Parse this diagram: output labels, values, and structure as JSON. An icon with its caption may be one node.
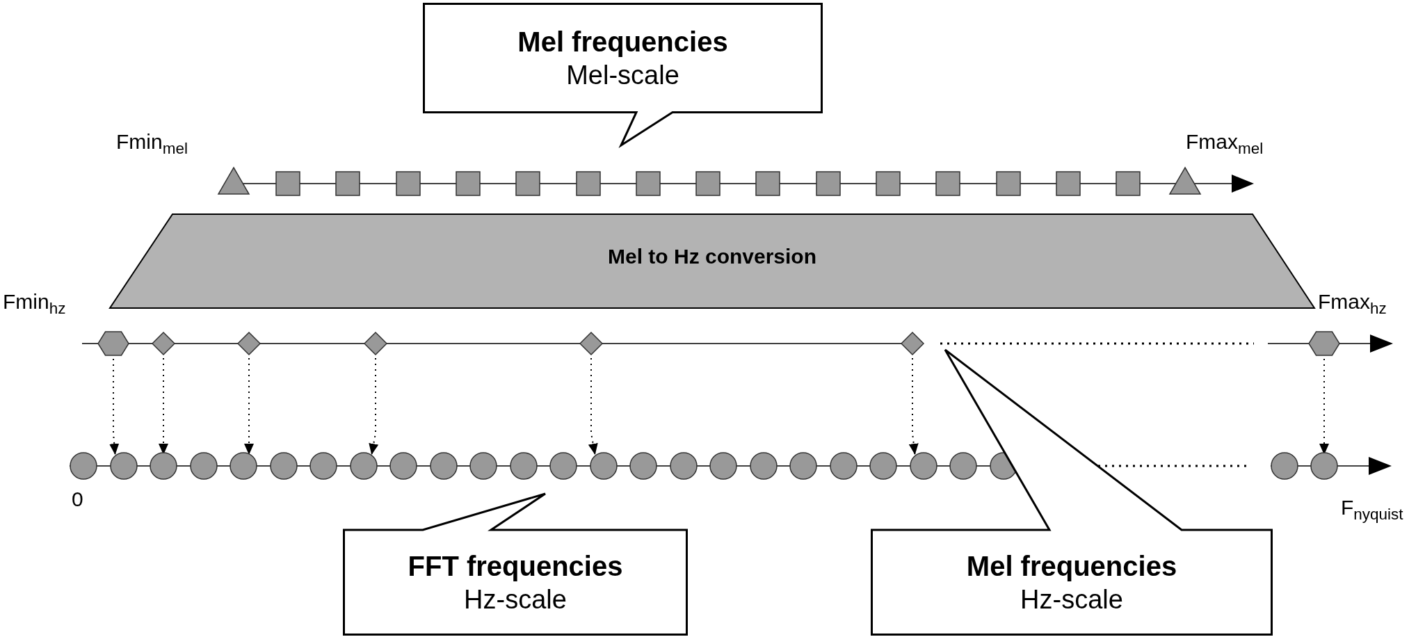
{
  "diagram": {
    "nodes": [
      {
        "text": [
          "Mel frequencies",
          "Mel-scale"
        ]
      },
      {
        "text": [],
        "shape": "triangle"
      },
      {
        "text": [],
        "shape": "box"
      },
      {
        "text": [],
        "shape": "box"
      },
      {
        "text": [],
        "shape": "box"
      },
      {
        "text": [],
        "shape": "box"
      },
      {
        "text": [],
        "shape": "box"
      },
      {
        "text": [],
        "shape": "box"
      },
      {
        "text": [],
        "shape": "box"
      },
      {
        "text": [],
        "shape": "box"
      },
      {
        "text": [],
        "shape": "box"
      },
      {
        "text": [],
        "shape": "box"
      },
      {
        "text": [],
        "shape": "box"
      },
      {
        "text": [],
        "shape": "box"
      },
      {
        "text": [],
        "shape": "box"
      },
      {
        "text": [],
        "shape": "box"
      },
      {
        "text": [],
        "shape": "box"
      },
      {
        "text": [],
        "shape": "triangle"
      },
      {
        "text": [
          "Mel to Hz conversion"
        ]
      },
      {
        "text": [],
        "shape": "hexagon"
      },
      {
        "text": [],
        "shape": "diamond"
      },
      {
        "text": [],
        "shape": "diamond"
      },
      {
        "text": [],
        "shape": "diamond"
      },
      {
        "text": [],
        "shape": "diamond"
      },
      {
        "text": [],
        "shape": "diamond"
      },
      {
        "text": [],
        "shape": "hexagon"
      },
      {
        "text": [],
        "shape": "circle"
      },
      {
        "text": [],
        "shape": "circle"
      },
      {
        "text": [],
        "shape": "circle"
      },
      {
        "text": [],
        "shape": "circle"
      },
      {
        "text": [],
        "shape": "circle"
      },
      {
        "text": [],
        "shape": "circle"
      },
      {
        "text": [],
        "shape": "circle"
      },
      {
        "text": [],
        "shape": "circle"
      },
      {
        "text": [],
        "shape": "circle"
      },
      {
        "text": [],
        "shape": "circle"
      },
      {
        "text": [],
        "shape": "circle"
      },
      {
        "text": [],
        "shape": "circle"
      },
      {
        "text": [],
        "shape": "circle"
      },
      {
        "text": [],
        "shape": "circle"
      },
      {
        "text": [],
        "shape": "circle"
      },
      {
        "text": [],
        "shape": "circle"
      },
      {
        "text": [],
        "shape": "circle"
      },
      {
        "text": [],
        "shape": "circle"
      },
      {
        "text": [],
        "shape": "circle"
      },
      {
        "text": [],
        "shape": "circle"
      },
      {
        "text": [],
        "shape": "circle"
      },
      {
        "text": [],
        "shape": "circle"
      },
      {
        "text": [],
        "shape": "circle"
      },
      {
        "text": [],
        "shape": "circle"
      },
      {
        "text": [],
        "shape": "circle"
      },
      {
        "text": [],
        "shape": "circle"
      },
      {
        "text": [
          "FFT frequencies",
          "Hz-scale"
        ]
      },
      {
        "text": [
          "Mel frequencies",
          "Hz-scale"
        ]
      }
    ],
    "edges": [
      {
        "from": 19,
        "to": 27,
        "arrow": "to",
        "style": "dashed"
      },
      {
        "from": 20,
        "to": 28,
        "arrow": "to",
        "style": "dashed"
      },
      {
        "from": 21,
        "to": 30,
        "arrow": "to",
        "style": "dashed"
      },
      {
        "from": 22,
        "to": 33,
        "arrow": "to",
        "style": "dashed"
      },
      {
        "from": 23,
        "to": 39,
        "arrow": "to",
        "style": "dashed"
      },
      {
        "from": 24,
        "to": 47,
        "arrow": "to",
        "style": "dashed"
      },
      {
        "from": 25,
        "to": 51,
        "arrow": "to",
        "style": "dashed"
      }
    ],
    "labels": [
      "Fmin$_{mel}$",
      "Fmax$_{mel}$",
      "Fmin$_{hz}$",
      "Fmax$_{hz}$",
      "0",
      "F$_{nyquist}$"
    ]
  }
}
